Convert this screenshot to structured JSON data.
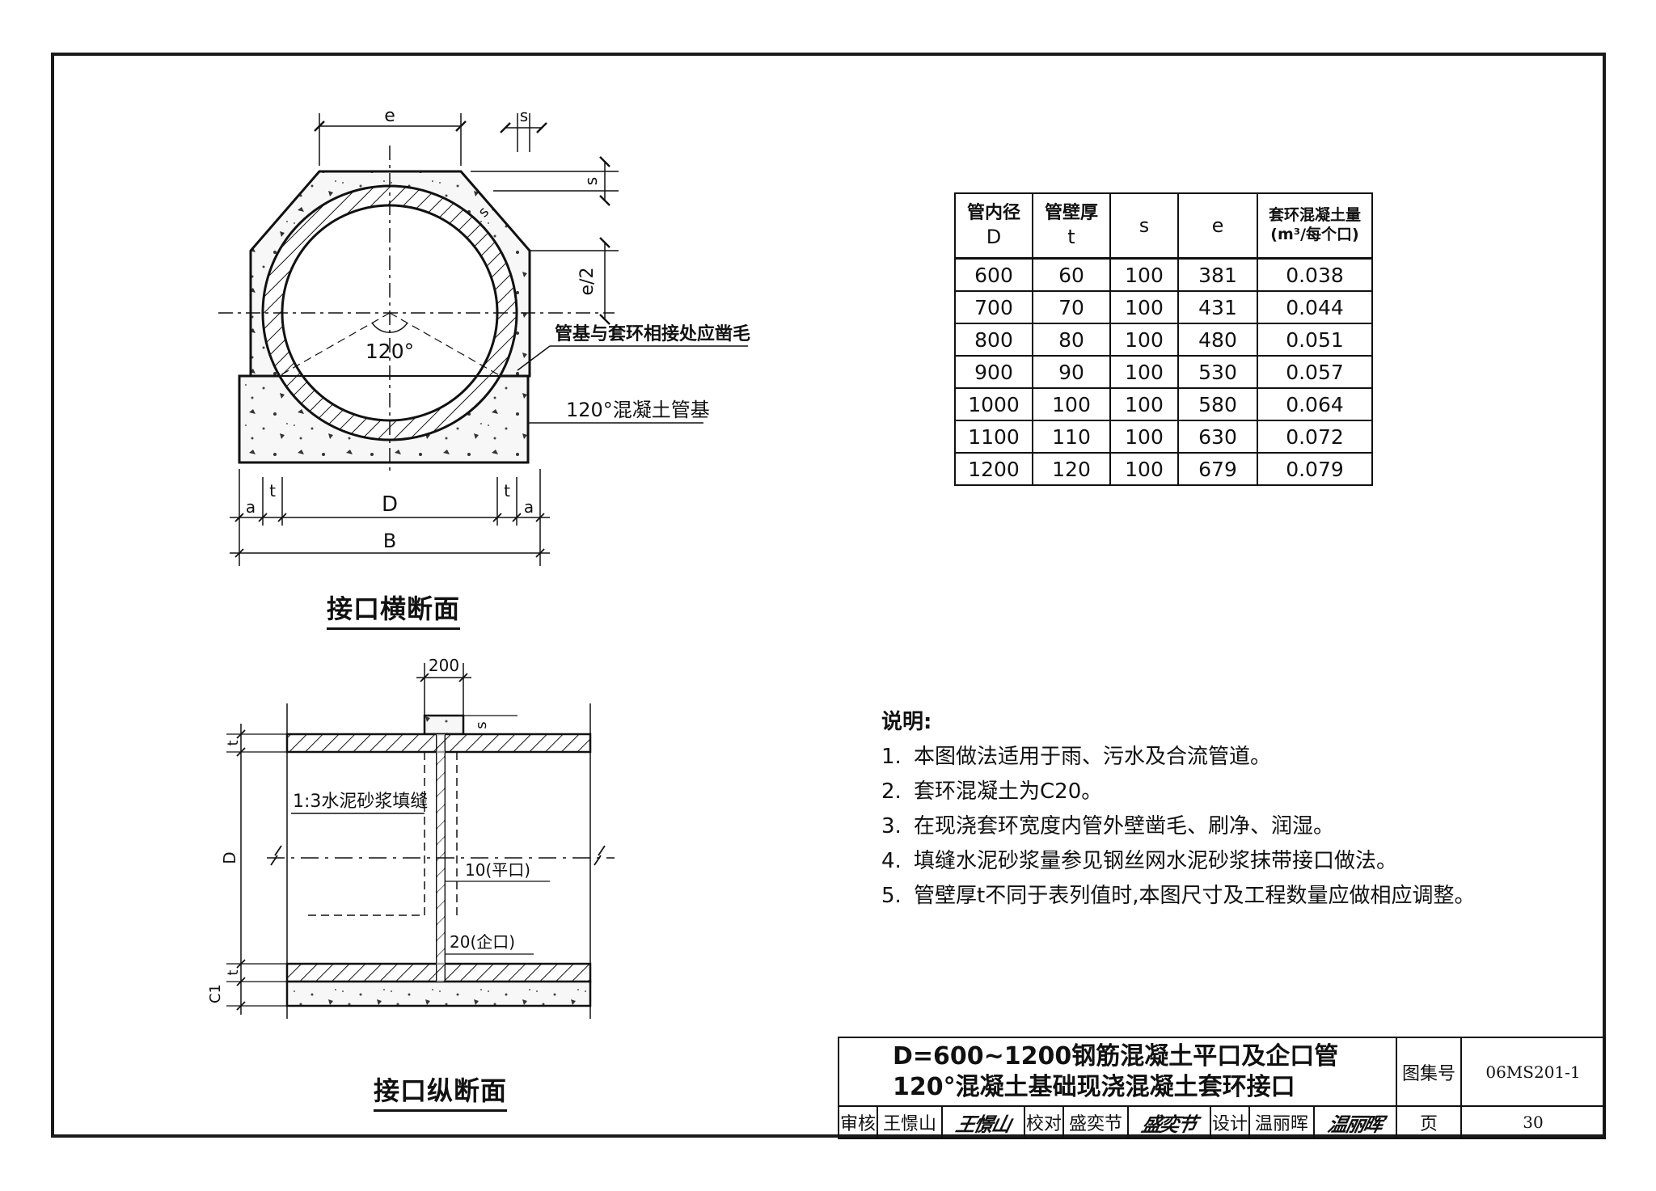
{
  "cross_section": {
    "caption": "接口横断面",
    "dim_e": "e",
    "dim_s_top": "s",
    "dim_s_side": "s",
    "dim_e_half": "e/2",
    "dim_s_diag": "s",
    "angle": "120°",
    "dim_a_left": "a",
    "dim_t_left": "t",
    "dim_D": "D",
    "dim_t_right": "t",
    "dim_a_right": "a",
    "dim_B": "B",
    "callout_roughen": "管基与套环相接处应凿毛",
    "callout_base": "120°混凝土管基"
  },
  "long_section": {
    "caption": "接口纵断面",
    "dim_200": "200",
    "dim_s": "s",
    "dim_t_top": "t",
    "dim_D": "D",
    "dim_t_bottom": "t",
    "dim_C1": "C1",
    "label_mortar": "1:3水泥砂浆填缝",
    "label_flat": "10(平口)",
    "label_tongue": "20(企口)"
  },
  "table": {
    "headers": [
      {
        "line1": "管内径",
        "line2": "D"
      },
      {
        "line1": "管壁厚",
        "line2": "t"
      },
      {
        "line1": "s",
        "line2": ""
      },
      {
        "line1": "e",
        "line2": ""
      },
      {
        "line1": "套环混凝土量",
        "line2": "(m³/每个口)"
      }
    ],
    "rows": [
      [
        "600",
        "60",
        "100",
        "381",
        "0.038"
      ],
      [
        "700",
        "70",
        "100",
        "431",
        "0.044"
      ],
      [
        "800",
        "80",
        "100",
        "480",
        "0.051"
      ],
      [
        "900",
        "90",
        "100",
        "530",
        "0.057"
      ],
      [
        "1000",
        "100",
        "100",
        "580",
        "0.064"
      ],
      [
        "1100",
        "110",
        "100",
        "630",
        "0.072"
      ],
      [
        "1200",
        "120",
        "100",
        "679",
        "0.079"
      ]
    ]
  },
  "notes": {
    "title": "说明:",
    "items": [
      {
        "num": "1.",
        "text": "本图做法适用于雨、污水及合流管道。"
      },
      {
        "num": "2.",
        "text": "套环混凝土为C20。"
      },
      {
        "num": "3.",
        "text": "在现浇套环宽度内管外壁凿毛、刷净、润湿。"
      },
      {
        "num": "4.",
        "text": "填缝水泥砂浆量参见钢丝网水泥砂浆抹带接口做法。"
      },
      {
        "num": "5.",
        "text": "管壁厚t不同于表列值时,本图尺寸及工程数量应做相应调整。"
      }
    ]
  },
  "title_block": {
    "title_line1": "D=600~1200钢筋混凝土平口及企口管",
    "title_line2": "120°混凝土基础现浇混凝土套环接口",
    "atlas_label": "图集号",
    "atlas_no": "06MS201-1",
    "review_label": "审核",
    "review_name": "王憬山",
    "review_sign": "王憬山",
    "check_label": "校对",
    "check_name": "盛奕节",
    "check_sign": "盛奕节",
    "design_label": "设计",
    "design_name": "温丽晖",
    "design_sign": "温丽晖",
    "page_label": "页",
    "page_no": "30"
  }
}
